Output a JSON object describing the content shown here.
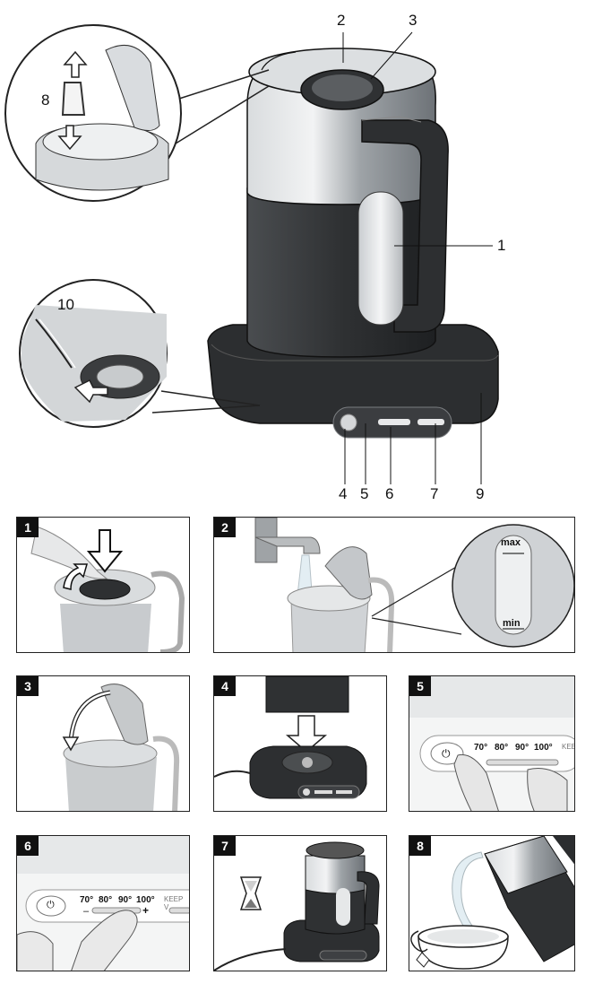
{
  "callouts": {
    "c1": "1",
    "c2": "2",
    "c3": "3",
    "c4": "4",
    "c5": "5",
    "c6": "6",
    "c7": "7",
    "c8": "8",
    "c9": "9",
    "c10": "10"
  },
  "steps": {
    "s1": "1",
    "s2": "2",
    "s3": "3",
    "s4": "4",
    "s5": "5",
    "s6": "6",
    "s7": "7",
    "s8": "8"
  },
  "gauge": {
    "max": "max",
    "min": "min"
  },
  "temps": {
    "t70": "70°",
    "t80": "80°",
    "t90": "90°",
    "t100": "100°",
    "keep": "KEEP",
    "keep6": "KEEP V",
    "minus": "–",
    "plus": "+"
  },
  "colors": {
    "steel": "#bfc3c6",
    "dark": "#3a3c3e",
    "base": "#2c2e30",
    "line": "#222222"
  }
}
